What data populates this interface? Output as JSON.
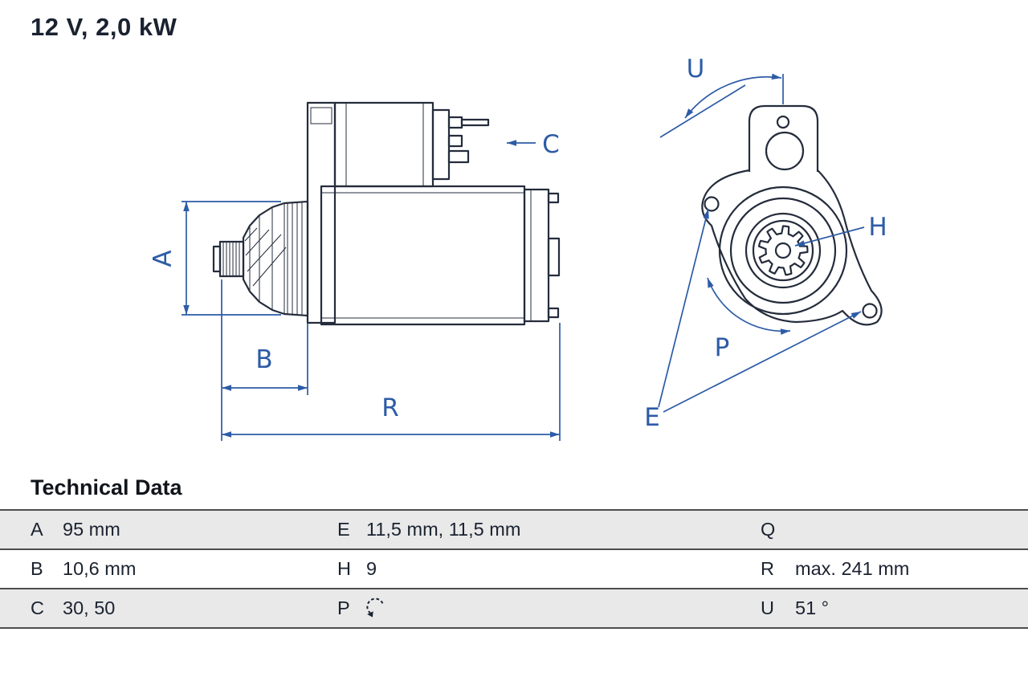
{
  "title": "12 V, 2,0 kW",
  "diagram": {
    "dim_labels": {
      "A": "A",
      "B": "B",
      "C": "C",
      "R": "R",
      "U": "U",
      "H": "H",
      "P": "P",
      "E": "E"
    }
  },
  "colors": {
    "dimension_blue": "#2d5ba6",
    "outline_dark": "#242c3c",
    "table_text": "#1a2230",
    "row_shade": "#e9e9e9",
    "divider": "#4d4d4d"
  },
  "table": {
    "heading": "Technical Data",
    "rows": [
      {
        "c1k": "A",
        "c1v": "95 mm",
        "c2k": "E",
        "c2v": "11,5 mm, 11,5 mm",
        "c3k": "Q",
        "c3v": ""
      },
      {
        "c1k": "B",
        "c1v": "10,6 mm",
        "c2k": "H",
        "c2v": "9",
        "c3k": "R",
        "c3v": "max. 241 mm"
      },
      {
        "c1k": "C",
        "c1v": "30, 50",
        "c2k": "P",
        "c2v": "",
        "p_icon": "rotation-ccw-icon",
        "c3k": "U",
        "c3v": "51 °"
      }
    ]
  }
}
